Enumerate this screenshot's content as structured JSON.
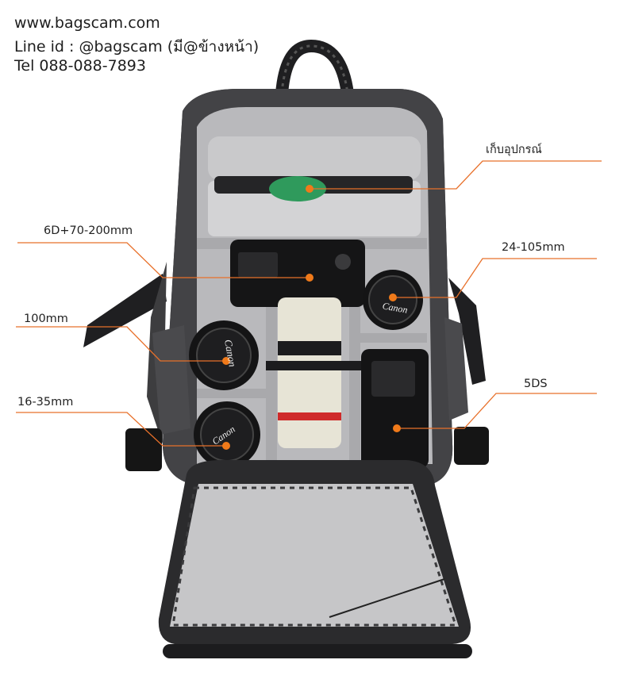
{
  "header": {
    "website": "www.bagscam.com",
    "line_id": "Line id : @bagscam (มี@ข้างหน้า)",
    "tel": "Tel 088-088-7893"
  },
  "callouts": {
    "accessories": "เก็บอุปกรณ์",
    "body_70_200": "6D+70-200mm",
    "lens_24_105": "24-105mm",
    "lens_100": "100mm",
    "body_5ds": "5DS",
    "lens_16_35": "16-35mm"
  },
  "lens_caps": {
    "brand": "Canon"
  },
  "colors": {
    "callout_line": "#e8702a",
    "callout_dot": "#f07a1a",
    "bag_shell": "#3d3d3f",
    "bag_lining": "#c9c9cb",
    "divider": "#a9a9ac",
    "strap": "#1f1f21",
    "lens_white": "#e7e4d6"
  }
}
